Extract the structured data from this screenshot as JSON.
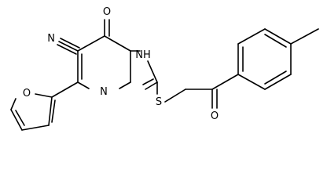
{
  "molecule": {
    "atoms": [
      {
        "id": "n-nitrile",
        "label": "N"
      },
      {
        "id": "o-carbonyl-ring",
        "label": "O"
      },
      {
        "id": "nh-ring",
        "label": "NH"
      },
      {
        "id": "n-ring",
        "label": "N"
      },
      {
        "id": "o-furan",
        "label": "O"
      },
      {
        "id": "s-thioether",
        "label": "S"
      },
      {
        "id": "o-ketone",
        "label": "O"
      }
    ]
  }
}
